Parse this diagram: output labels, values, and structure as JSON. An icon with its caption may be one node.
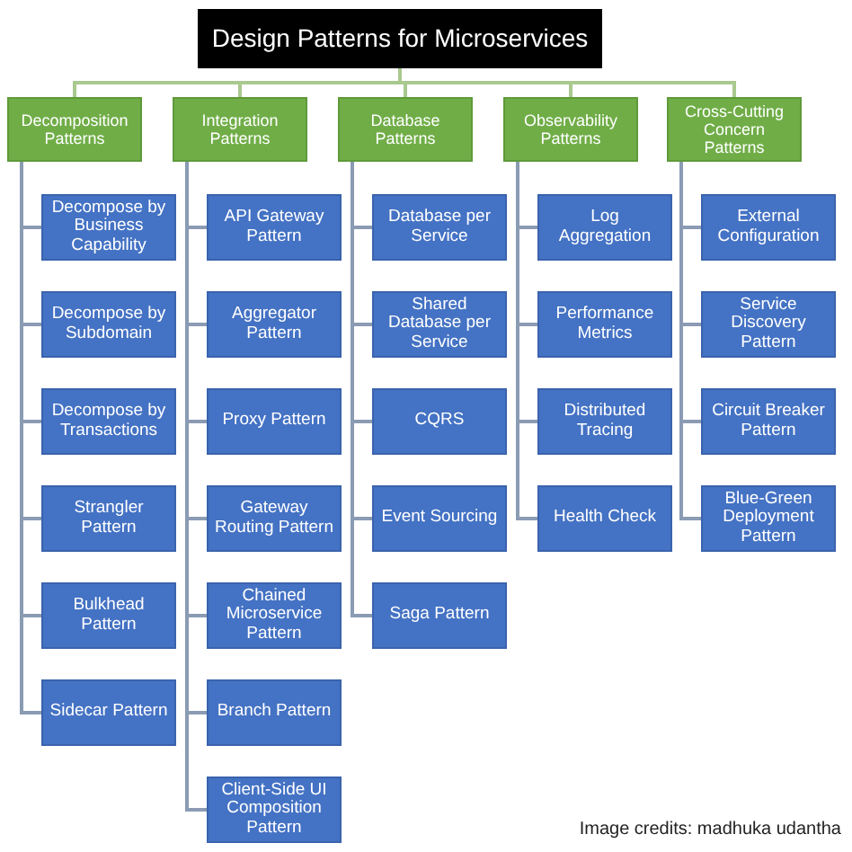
{
  "diagram": {
    "nodes": [
      {
        "text": [
          "Design Patterns for Microservices"
        ]
      },
      {
        "text": [
          "Decomposition Patterns"
        ]
      },
      {
        "text": [
          "Integration Patterns"
        ]
      },
      {
        "text": [
          "Database Patterns"
        ]
      },
      {
        "text": [
          "Observability Patterns"
        ]
      },
      {
        "text": [
          "Cross-Cutting Concern Patterns"
        ]
      },
      {
        "text": [
          "Decompose by Business Capability"
        ]
      },
      {
        "text": [
          "Decompose by Subdomain"
        ]
      },
      {
        "text": [
          "Decompose by Transactions"
        ]
      },
      {
        "text": [
          "Strangler Pattern"
        ]
      },
      {
        "text": [
          "Bulkhead Pattern"
        ]
      },
      {
        "text": [
          "Sidecar Pattern"
        ]
      },
      {
        "text": [
          "API Gateway Pattern"
        ]
      },
      {
        "text": [
          "Aggregator Pattern"
        ]
      },
      {
        "text": [
          "Proxy Pattern"
        ]
      },
      {
        "text": [
          "Gateway Routing Pattern"
        ]
      },
      {
        "text": [
          "Chained Microservice Pattern"
        ]
      },
      {
        "text": [
          "Branch Pattern"
        ]
      },
      {
        "text": [
          "Client-Side UI Composition Pattern"
        ]
      },
      {
        "text": [
          "Database per Service"
        ]
      },
      {
        "text": [
          "Shared Database per Service"
        ]
      },
      {
        "text": [
          "CQRS"
        ]
      },
      {
        "text": [
          "Event Sourcing"
        ]
      },
      {
        "text": [
          "Saga Pattern"
        ]
      },
      {
        "text": [
          "Log Aggregation"
        ]
      },
      {
        "text": [
          "Performance Metrics"
        ]
      },
      {
        "text": [
          "Distributed Tracing"
        ]
      },
      {
        "text": [
          "Health Check"
        ]
      },
      {
        "text": [
          "External Configuration"
        ]
      },
      {
        "text": [
          "Service Discovery Pattern"
        ]
      },
      {
        "text": [
          "Circuit Breaker Pattern"
        ]
      },
      {
        "text": [
          "Blue-Green Deployment Pattern"
        ]
      }
    ],
    "edges": [
      {
        "from": 0,
        "to": 1,
        "arrow": "none",
        "color": "#a9c98f"
      },
      {
        "from": 0,
        "to": 2,
        "arrow": "none",
        "color": "#a9c98f"
      },
      {
        "from": 0,
        "to": 3,
        "arrow": "none",
        "color": "#a9c98f"
      },
      {
        "from": 0,
        "to": 4,
        "arrow": "none",
        "color": "#a9c98f"
      },
      {
        "from": 0,
        "to": 5,
        "arrow": "none",
        "color": "#a9c98f"
      },
      {
        "from": 1,
        "to": 6,
        "arrow": "none"
      },
      {
        "from": 1,
        "to": 7,
        "arrow": "none"
      },
      {
        "from": 1,
        "to": 8,
        "arrow": "none"
      },
      {
        "from": 1,
        "to": 9,
        "arrow": "none"
      },
      {
        "from": 1,
        "to": 10,
        "arrow": "none"
      },
      {
        "from": 1,
        "to": 11,
        "arrow": "none"
      },
      {
        "from": 2,
        "to": 12,
        "arrow": "none"
      },
      {
        "from": 2,
        "to": 13,
        "arrow": "none"
      },
      {
        "from": 2,
        "to": 14,
        "arrow": "none"
      },
      {
        "from": 2,
        "to": 15,
        "arrow": "none"
      },
      {
        "from": 2,
        "to": 16,
        "arrow": "none"
      },
      {
        "from": 2,
        "to": 17,
        "arrow": "none"
      },
      {
        "from": 2,
        "to": 18,
        "arrow": "none"
      },
      {
        "from": 3,
        "to": 19,
        "arrow": "none"
      },
      {
        "from": 3,
        "to": 20,
        "arrow": "none"
      },
      {
        "from": 3,
        "to": 21,
        "arrow": "none"
      },
      {
        "from": 3,
        "to": 22,
        "arrow": "none"
      },
      {
        "from": 3,
        "to": 23,
        "arrow": "none"
      },
      {
        "from": 4,
        "to": 24,
        "arrow": "none"
      },
      {
        "from": 4,
        "to": 25,
        "arrow": "none"
      },
      {
        "from": 4,
        "to": 26,
        "arrow": "none"
      },
      {
        "from": 4,
        "to": 27,
        "arrow": "none"
      },
      {
        "from": 5,
        "to": 28,
        "arrow": "none"
      },
      {
        "from": 5,
        "to": 29,
        "arrow": "none"
      },
      {
        "from": 5,
        "to": 30,
        "arrow": "none"
      },
      {
        "from": 5,
        "to": 31,
        "arrow": "none"
      }
    ],
    "labels": [
      "Image credits: madhuka udantha"
    ]
  }
}
